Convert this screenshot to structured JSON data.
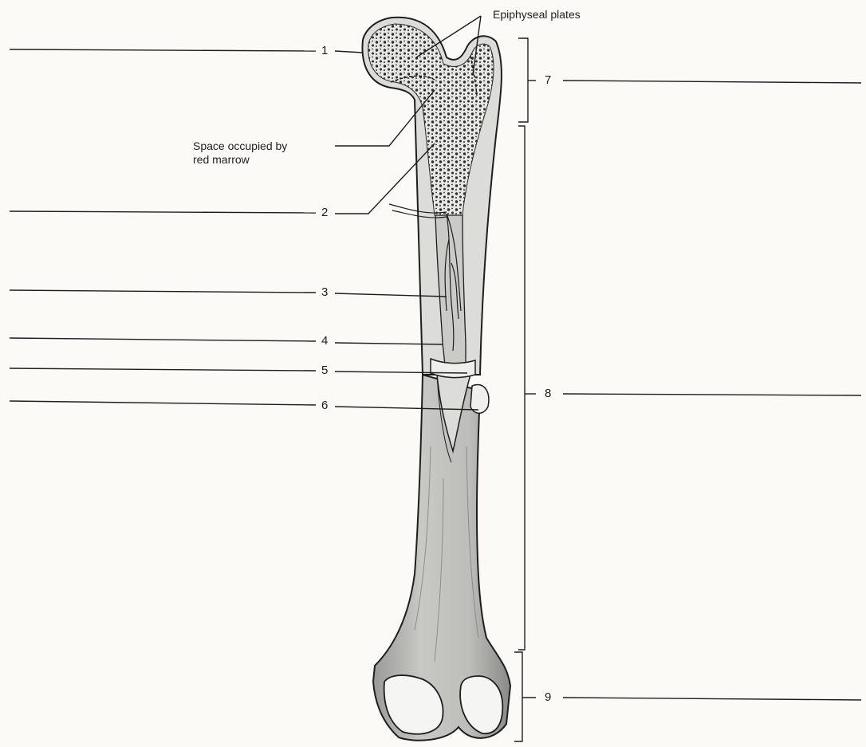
{
  "labels": {
    "epiphyseal_plates": "Epiphyseal plates",
    "red_marrow_line1": "Space occupied by",
    "red_marrow_line2": "red marrow"
  },
  "numbers": [
    "1",
    "2",
    "3",
    "4",
    "5",
    "6",
    "7",
    "8",
    "9"
  ],
  "answer_lines": [
    "",
    "",
    "",
    "",
    "",
    "",
    "",
    "",
    ""
  ],
  "colors": {
    "ink": "#1e1e1e",
    "bone_fill": "#cfcfcc",
    "bone_dark": "#8d8d8a",
    "cartilage": "#f4f4f2",
    "background": "#fbfaf7"
  }
}
